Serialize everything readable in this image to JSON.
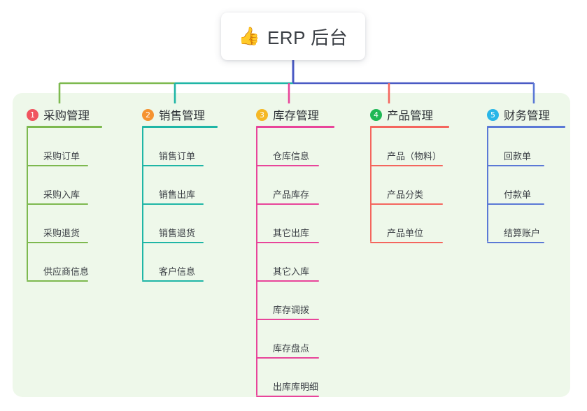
{
  "diagram": {
    "type": "mind-map",
    "root": {
      "icon": "thumbs-up-icon",
      "emoji": "👍",
      "title": "ERP 后台"
    },
    "root_stem_color": "#4a5ac4",
    "panel_color": "#eef8ea",
    "columns": [
      {
        "index": "1",
        "badge": "1",
        "badge_color": "#f0545f",
        "title": "采购管理",
        "line_color": "#7db94f",
        "stub_color": "#7db94f",
        "leaves": [
          "采购订单",
          "采购入库",
          "采购退货",
          "供应商信息"
        ]
      },
      {
        "index": "2",
        "badge": "2",
        "badge_color": "#f59331",
        "title": "销售管理",
        "line_color": "#1fb6a6",
        "stub_color": "#1fb6a6",
        "leaves": [
          "销售订单",
          "销售出库",
          "销售退货",
          "客户信息"
        ]
      },
      {
        "index": "3",
        "badge": "3",
        "badge_color": "#f5b825",
        "title": "库存管理",
        "line_color": "#e8459a",
        "stub_color": "#e8459a",
        "leaves": [
          "仓库信息",
          "产品库存",
          "其它出库",
          "其它入库",
          "库存调拨",
          "库存盘点",
          "出库库明细"
        ]
      },
      {
        "index": "4",
        "badge": "4",
        "badge_color": "#1fb855",
        "title": "产品管理",
        "line_color": "#f4665e",
        "stub_color": "#f4665e",
        "leaves": [
          "产品（物料）",
          "产品分类",
          "产品单位"
        ]
      },
      {
        "index": "5",
        "badge": "5",
        "badge_color": "#29b6e8",
        "title": "财务管理",
        "line_color": "#5b79d6",
        "stub_color": "#5b79d6",
        "leaves": [
          "回款单",
          "付款单",
          "结算账户"
        ]
      }
    ]
  }
}
